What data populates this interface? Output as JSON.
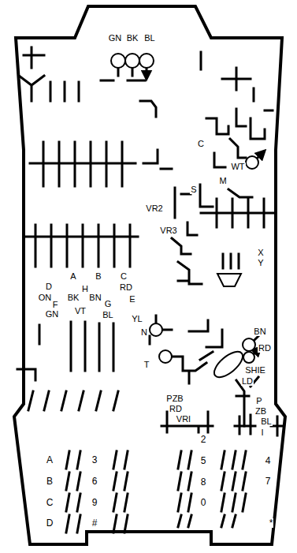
{
  "diagram": {
    "labels": [
      "GN",
      "BK",
      "BL",
      "C",
      "WT",
      "M",
      "S",
      "VR2",
      "VR3",
      "X",
      "Y",
      "D",
      "A",
      "B",
      "C",
      "ON",
      "BK",
      "H",
      "BN",
      "RD",
      "F",
      "G",
      "E",
      "GN",
      "VT",
      "BL",
      "YL",
      "N",
      "BN",
      "RD",
      "SHIE",
      "T",
      "LD",
      "PZB",
      "P",
      "RD",
      "ZB",
      "BL",
      "VRI",
      "I",
      "2",
      "A",
      "3",
      "5",
      "4",
      "B",
      "6",
      "8",
      "7",
      "C",
      "9",
      "0",
      "D",
      "#",
      "*"
    ]
  }
}
